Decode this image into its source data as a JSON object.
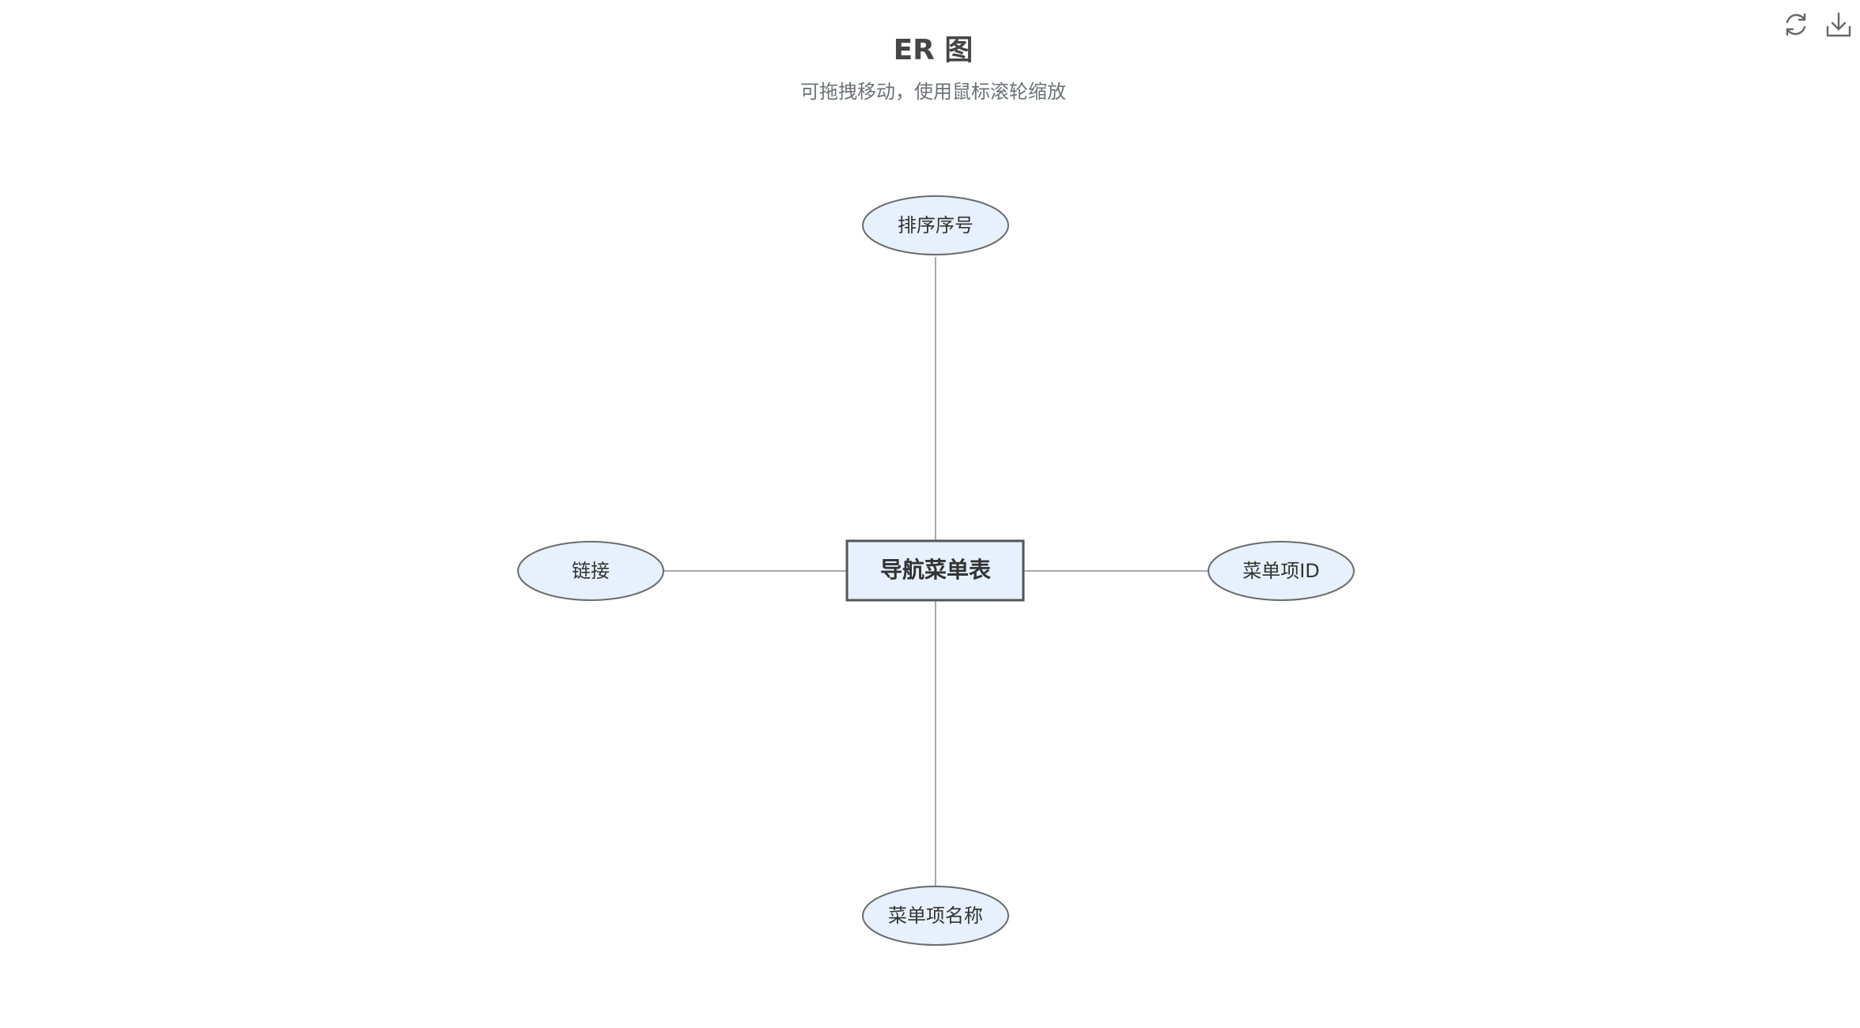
{
  "header": {
    "title": "ER 图",
    "subtitle": "可拖拽移动，使用鼠标滚轮缩放"
  },
  "toolbox": {
    "icons": [
      "refresh-icon",
      "download-icon"
    ]
  },
  "diagram": {
    "entity": {
      "label": "导航菜单表"
    },
    "attributes": [
      {
        "key": "top",
        "label": "排序序号"
      },
      {
        "key": "left",
        "label": "链接"
      },
      {
        "key": "right",
        "label": "菜单项ID"
      },
      {
        "key": "bottom",
        "label": "菜单项名称"
      }
    ]
  },
  "colors": {
    "node_fill": "#e6f1fd",
    "node_stroke": "#6b6b6b",
    "entity_stroke": "#555555",
    "edge": "#aaaaaa",
    "icon": "#666666"
  }
}
